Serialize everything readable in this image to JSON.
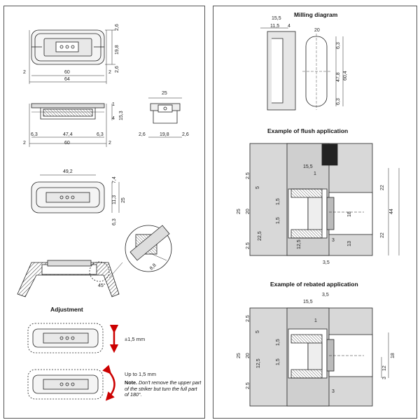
{
  "left_sheet": {
    "front_view": {
      "d_2_6_top": "2,6",
      "d_19_8": "19,8",
      "d_2_6_bot": "2,6",
      "d_60": "60",
      "d_64": "64",
      "d_2_left": "2",
      "d_2_right": "2"
    },
    "section_view": {
      "d_1": "1",
      "d_4": "4",
      "d_15_3": "15,3",
      "d_6_3_l": "6,3",
      "d_47_4": "47,4",
      "d_6_3_r": "6,3",
      "d_60": "60",
      "d_2_l": "2",
      "d_2_r": "2"
    },
    "side_view": {
      "d_25": "25",
      "d_2_6_l": "2,6",
      "d_19_8": "19,8",
      "d_2_6_r": "2,6"
    },
    "striker_view": {
      "d_49_2": "49,2",
      "d_7_4": "7,4",
      "d_11_3": "11,3",
      "d_25": "25",
      "d_6_3": "6,3"
    },
    "detail_view": {
      "d_8_8": "8,8",
      "d_45": "45°"
    },
    "adjustment": {
      "title": "Adjustment",
      "range_1": "±1,5 mm",
      "range_2": "Up to 1,5 mm",
      "note_label": "Note.",
      "note_text": "Don't remove the upper part of the striker but turn the full part of 180°."
    }
  },
  "right_sheet": {
    "milling": {
      "title": "Milling diagram",
      "d_15_5": "15,5",
      "d_11_5": "11,5",
      "d_4": "4",
      "d_20": "20",
      "d_6_3_top": "6,3",
      "d_47_8": "47,8",
      "d_60_4": "60,4",
      "d_6_3_bot": "6,3"
    },
    "flush": {
      "title": "Example of flush application",
      "d_15_5": "15,5",
      "d_1": "1",
      "d_2_5_top": "2,5",
      "d_5": "5",
      "d_25": "25",
      "d_20": "20",
      "d_22_5": "22,5",
      "d_1_5_a": "1,5",
      "d_1_5_b": "1,5",
      "d_2_5_bot": "2,5",
      "d_12_5": "12,5",
      "d_18": "18",
      "d_3": "3",
      "d_13": "13",
      "d_22_top": "22",
      "d_44": "44",
      "d_22_bot": "22",
      "d_3_5": "3,5"
    },
    "rebated": {
      "title": "Example of rebated application",
      "d_15_5": "15,5",
      "d_3_5": "3,5",
      "d_1": "1",
      "d_2_5_top": "2,5",
      "d_5": "5",
      "d_25": "25",
      "d_20": "20",
      "d_12_5": "12,5",
      "d_1_5_a": "1,5",
      "d_1_5_b": "1,5",
      "d_2_5_bot": "2,5",
      "d_18": "18",
      "d_12": "12",
      "d_3_side": "3",
      "d_3_bot": "3"
    }
  }
}
